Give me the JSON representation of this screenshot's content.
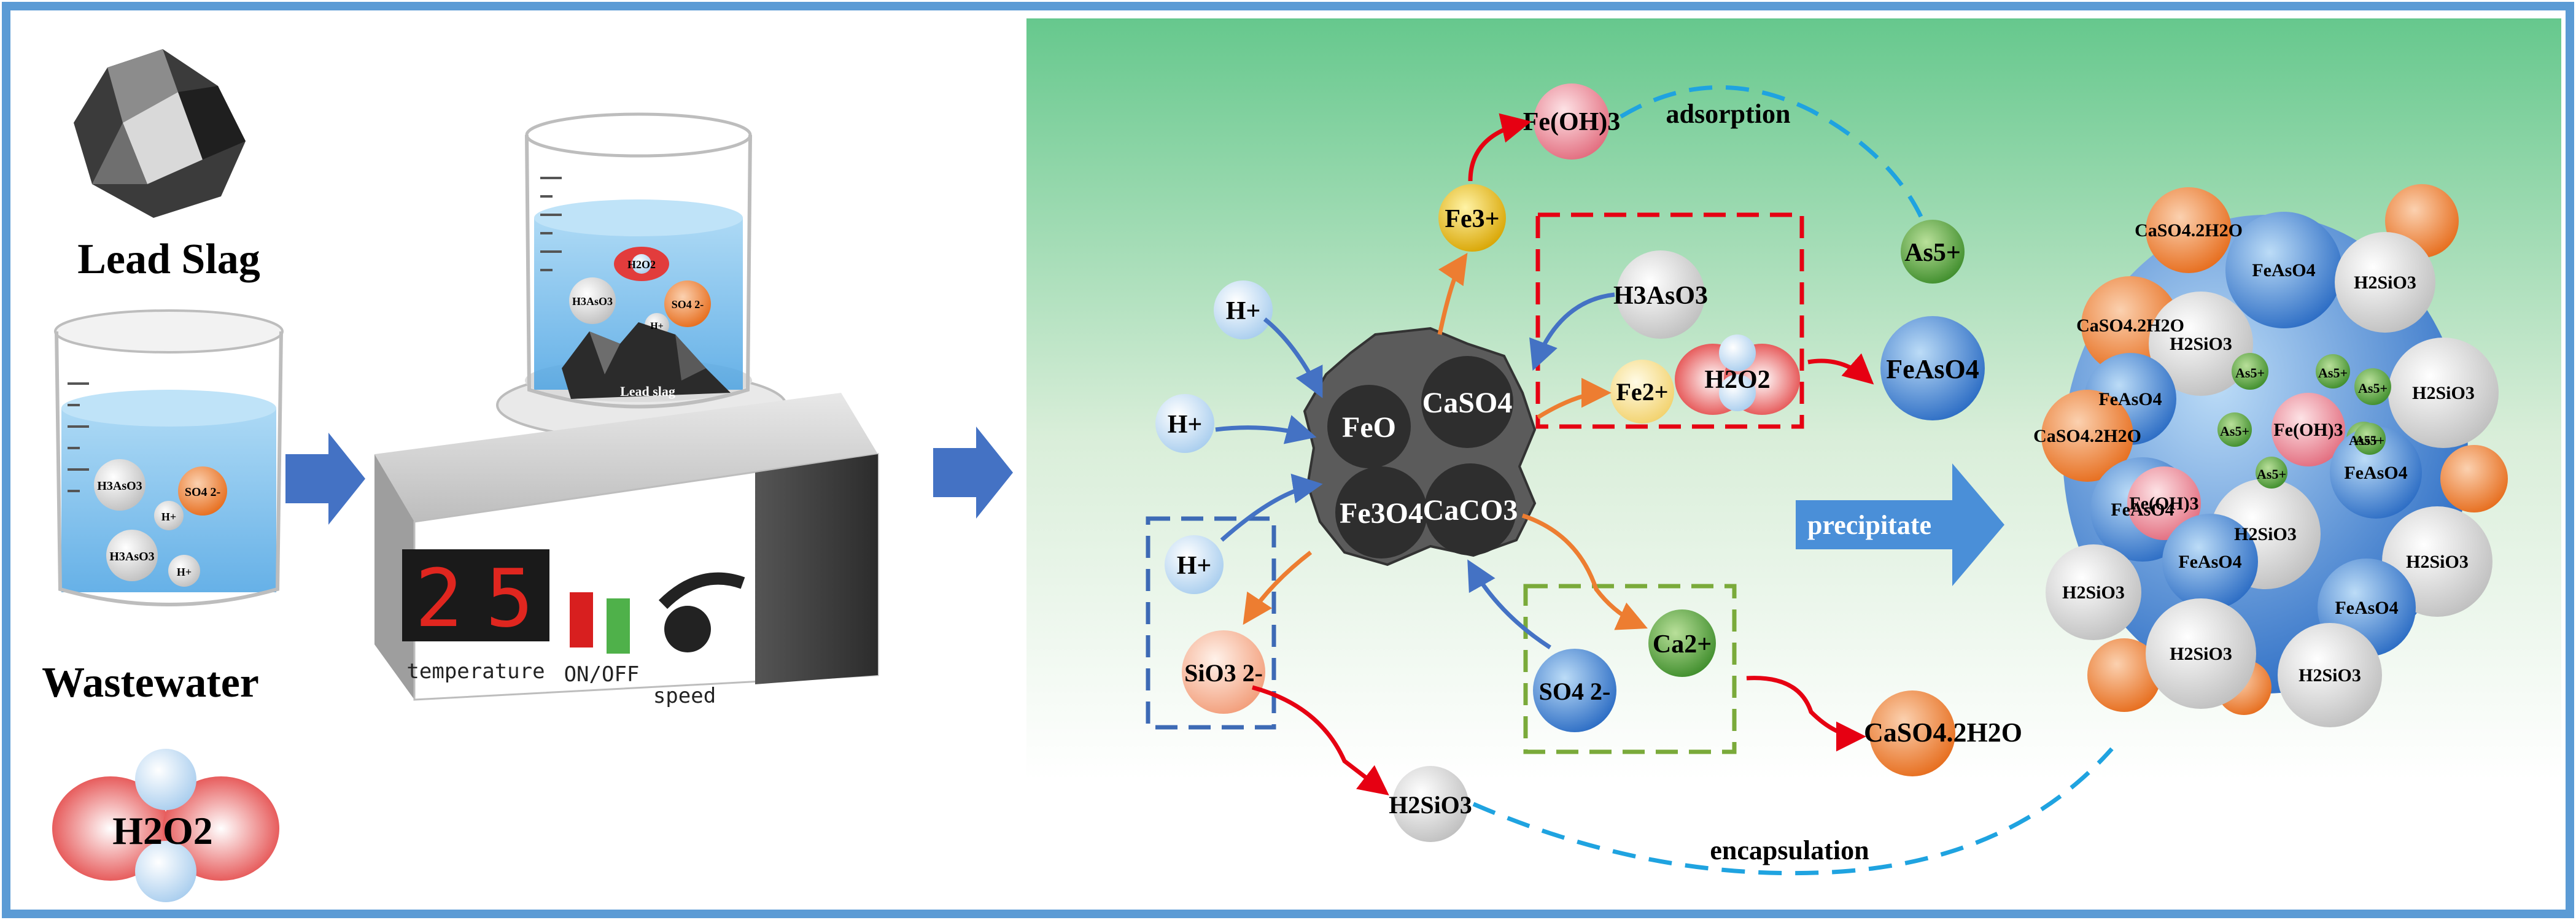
{
  "left_panel": {
    "lead_slag_label": "Lead Slag",
    "wastewater_label": "Wastewater",
    "h2o2_label": "H2O2",
    "small_beaker": {
      "ion_h3aso3_a": "H3AsO3",
      "ion_so4": "SO4 2-",
      "ion_h_a": "H+",
      "ion_h3aso3_b": "H3AsO3",
      "ion_h_b": "H+"
    }
  },
  "stirrer": {
    "display_digits": [
      "2",
      "5"
    ],
    "temperature_label": "temperature",
    "onoff_label": "ON/OFF",
    "speed_label": "speed",
    "beaker": {
      "h2o2": "H2O2",
      "h3aso3": "H3AsO3",
      "so4": "SO4 2-",
      "h": "H+",
      "lead_slag": "Lead slag"
    }
  },
  "reaction": {
    "core": [
      "FeO",
      "CaSO4",
      "Fe3O4",
      "CaCO3"
    ],
    "h_ions": [
      "H+",
      "H+",
      "H+"
    ],
    "fe3": "Fe3+",
    "fe_oh3": "Fe(OH)3",
    "adsorption": "adsorption",
    "as5": "As5+",
    "h3aso3": "H3AsO3",
    "fe2": "Fe2+",
    "h2o2": "H2O2",
    "feaso4": "FeAsO4",
    "sio3": "SiO3 2-",
    "h2sio3": "H2SiO3",
    "so4": "SO4 2-",
    "ca2": "Ca2+",
    "caso4_2h2o": "CaSO4.2H2O",
    "encapsulation": "encapsulation",
    "precipitate": "precipitate"
  },
  "cluster": {
    "labels": [
      "CaSO4.2H2O",
      "FeAsO4",
      "H2SiO3",
      "CaSO4.2H2O",
      "H2SiO3",
      "FeAsO4",
      "As5+",
      "As5+",
      "As5+",
      "H2SiO3",
      "CaSO4.2H2O",
      "As5+",
      "Fe(OH)3",
      "As5+",
      "FeAsO4",
      "FeAsO4",
      "Fe(OH)3",
      "H2SiO3",
      "FeAsO4",
      "H2SiO3",
      "H2SiO3",
      "FeAsO4",
      "H2SiO3",
      "H2SiO3",
      "As5+",
      "As5+"
    ]
  },
  "colors": {
    "border": "#5b9bd5",
    "arrow_blue": "#4472c4",
    "arrow_orange": "#ed7d31",
    "arrow_red": "#e60012",
    "dash_cyan": "#1fa3e0",
    "box_red": "#e60012",
    "box_blue": "#3d6ab5",
    "box_green": "#7aaa3a"
  }
}
